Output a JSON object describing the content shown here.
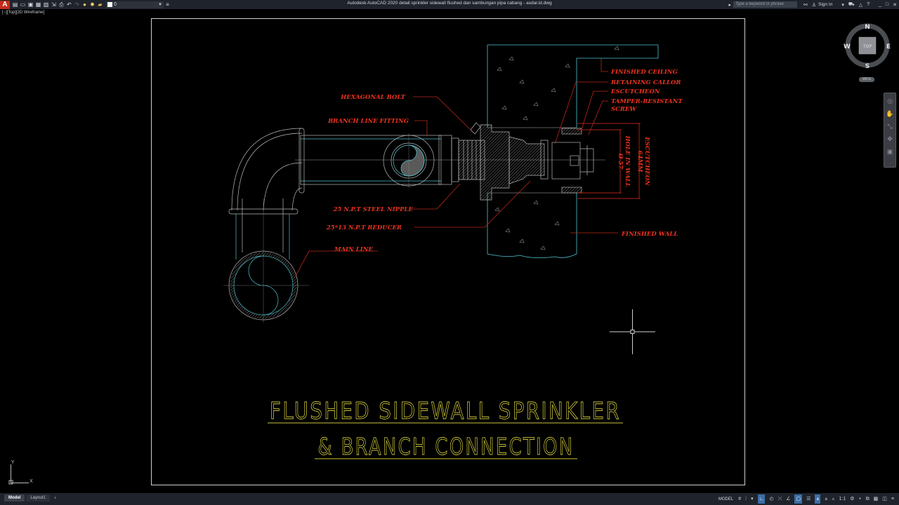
{
  "app": {
    "title": "Autodesk AutoCAD 2020    detail sprinkler sidewall flushed dan sambungan pipa cabang - asdar.id.dwg",
    "logo": "A",
    "layer": "0"
  },
  "quick_access": {
    "icons": [
      "new-icon",
      "open-icon",
      "save-icon",
      "save-as-icon",
      "publish-icon",
      "export-icon",
      "plot-icon",
      "undo-icon",
      "redo-icon",
      "lightbulb-icon",
      "sun-icon",
      "lock-icon"
    ]
  },
  "title_right": {
    "search_placeholder": "Type a keyword or phrase",
    "sign_in": "Sign In"
  },
  "viewport": {
    "label": "[−][Top][2D Wireframe]"
  },
  "viewcube": {
    "n": "N",
    "s": "S",
    "e": "E",
    "w": "W",
    "face": "TOP",
    "ucs": "WCS"
  },
  "ucs_icon": {
    "x": "X",
    "y": "Y"
  },
  "drawing": {
    "title_line1": "FLUSHED SIDEWALL SPRINKLER",
    "title_line2": "& BRANCH CONNECTION",
    "labels": {
      "hexagonal_bolt": "HEXAGONAL BOLT",
      "branch_line_fitting": "BRANCH LINE FITTING",
      "steel_nipple": "25 N.P.T STEEL NIPPLE",
      "reducer": "25*13 N.P.T REDUCER",
      "main_line": "MAIN LINE",
      "finished_ceiling": "FINISHED CEILING",
      "retaining_collar": "RETAINING CALLOR",
      "escutcheon": "ESCUTCHEON",
      "tamper_1": "TAMPER-RESISTANT",
      "tamper_2": "SCREW",
      "finished_wall": "FINISHED WALL",
      "hole_dim": "Ø 57",
      "hole_text": "HOLE IN WALL",
      "esc_dim": "64MM",
      "esc_text": "ESCUTCHEON"
    },
    "colors": {
      "label": "#e8321f",
      "leader": "#b8281a",
      "pipe": "#b8b8b8",
      "cyan": "#4fc3cf",
      "title": "#c8c23a"
    }
  },
  "status": {
    "tabs": [
      "Model",
      "Layout1"
    ],
    "add": "+",
    "model": "MODEL",
    "scale": "1:1"
  }
}
